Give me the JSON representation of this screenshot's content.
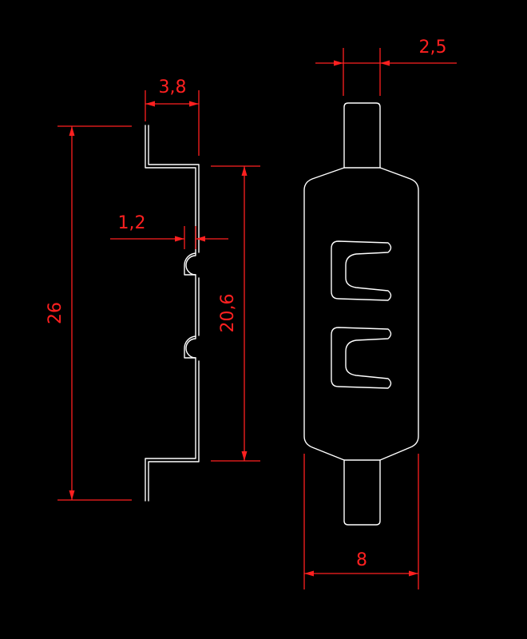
{
  "drawing": {
    "background_color": "#000000",
    "geometry_color": "#ffffff",
    "dimension_color": "#ff2020",
    "dimensions": {
      "side_top_width": "3,8",
      "side_total_height": "26",
      "side_bump_depth": "1,2",
      "side_inner_height": "20,6",
      "front_pin_width": "2,5",
      "front_body_width": "8"
    }
  }
}
